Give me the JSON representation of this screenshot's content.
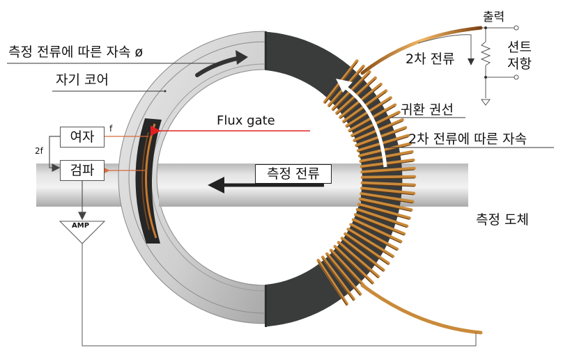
{
  "labels": {
    "flux_measured": "측정 전류에 따른 자속 ø",
    "magnetic_core": "자기 코어",
    "flux_gate": "Flux gate",
    "excitation": "여자",
    "detection": "검파",
    "freq_f": "f",
    "freq_2f": "2f",
    "amp": "AMP",
    "measured_current": "측정 전류",
    "measured_conductor": "측정 도체",
    "output": "출력",
    "secondary_current": "2차 전류",
    "shunt_resistor_line1": "션트",
    "shunt_resistor_line2": "저항",
    "feedback_winding": "귀환 권선",
    "flux_secondary": "2차 전류에 따른 자속"
  },
  "colors": {
    "core_gray": "#d4d4d4",
    "dark_core": "#3a3b3b",
    "copper": "#c98a3a",
    "flux_gate_arrow": "#e02020",
    "signal_arrow": "#d86a3a",
    "line": "#333333"
  }
}
